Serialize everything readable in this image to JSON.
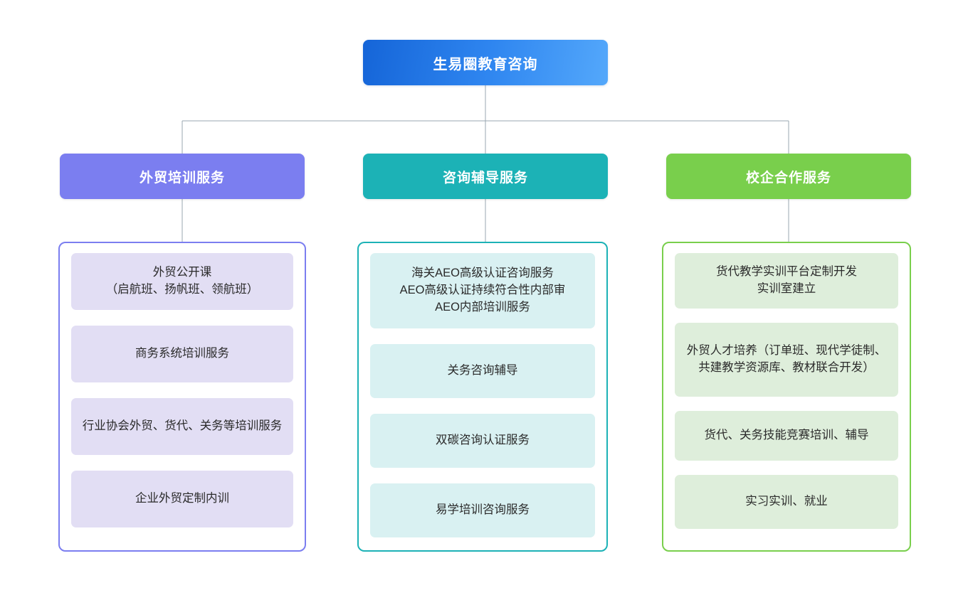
{
  "diagram": {
    "type": "organization-tree",
    "orientation": "top-down",
    "root": {
      "label": "生易圈教育咨询",
      "color": "#2f86f0",
      "gradient_from": "#1565d8",
      "gradient_to": "#54a8fb"
    },
    "connector_color": "#9aa7b0",
    "branches": [
      {
        "header_label": "外贸培训服务",
        "header_color": "#7b7ef0",
        "container_border_color": "#7b7ef0",
        "item_bg_color": "#e2def4",
        "items": [
          "外贸公开课\n（启航班、扬帆班、领航班）",
          "商务系统培训服务",
          "行业协会外贸、货代、关务等培训服务",
          "企业外贸定制内训"
        ]
      },
      {
        "header_label": "咨询辅导服务",
        "header_color": "#1cb2b6",
        "container_border_color": "#1cb2b6",
        "item_bg_color": "#d9f1f2",
        "items": [
          "海关AEO高级认证咨询服务\nAEO高级认证持续符合性内部审\nAEO内部培训服务",
          "关务咨询辅导",
          "双碳咨询认证服务",
          "易学培训咨询服务"
        ]
      },
      {
        "header_label": "校企合作服务",
        "header_color": "#79cf4c",
        "container_border_color": "#79cf4c",
        "item_bg_color": "#deeedb",
        "items": [
          "货代教学实训平台定制开发\n实训室建立",
          "外贸人才培养（订单班、现代学徒制、共建教学资源库、教材联合开发）",
          "货代、关务技能竞赛培训、辅导",
          "实习实训、就业"
        ]
      }
    ]
  }
}
